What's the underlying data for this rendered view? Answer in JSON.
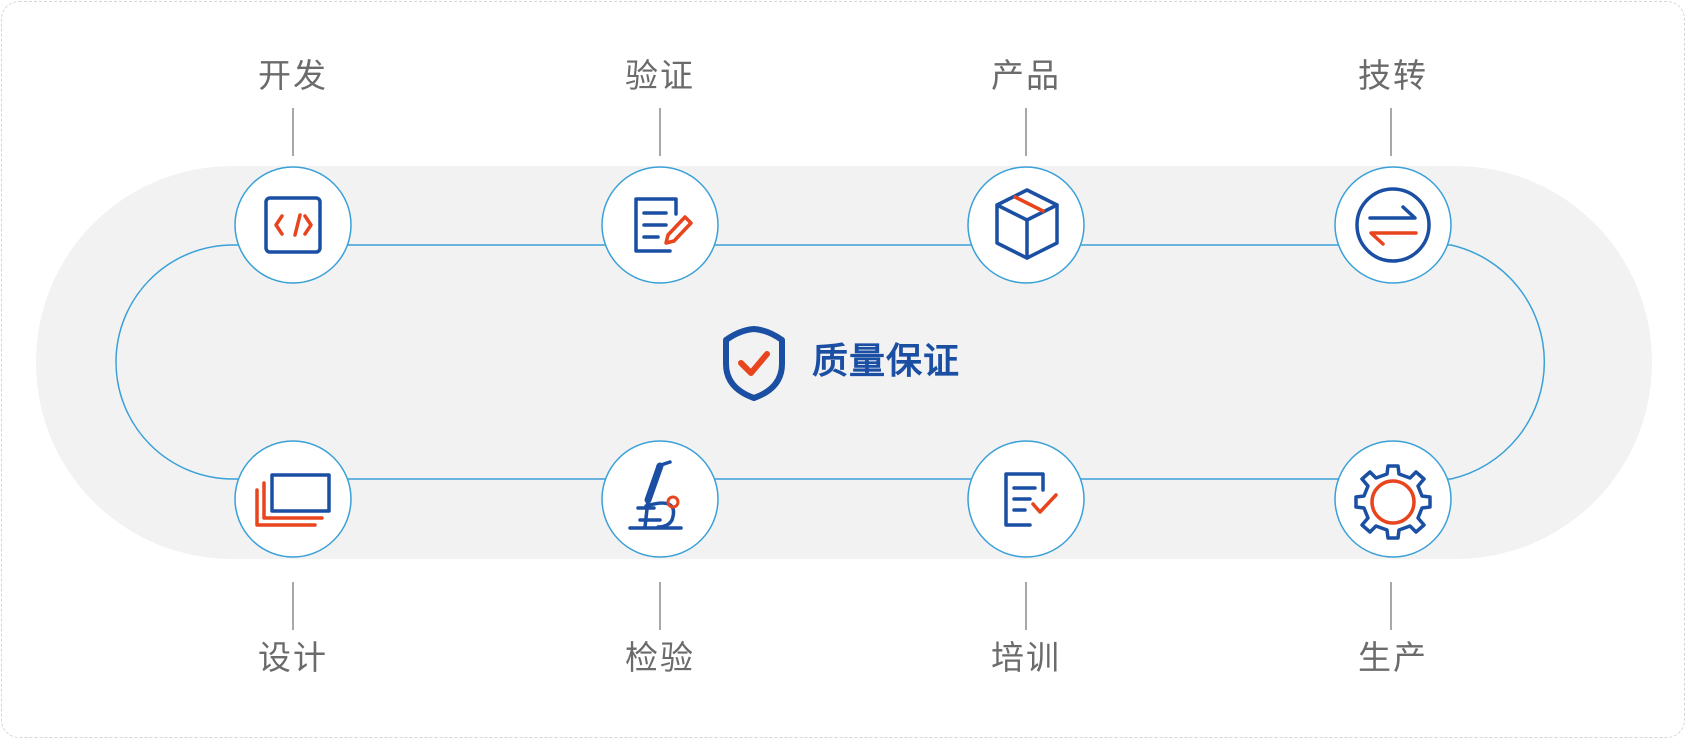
{
  "center": {
    "title": "质量保证",
    "icon": "shield-check-icon"
  },
  "top_steps": [
    {
      "label": "开发",
      "icon": "code-icon"
    },
    {
      "label": "验证",
      "icon": "document-edit-icon"
    },
    {
      "label": "产品",
      "icon": "box-icon"
    },
    {
      "label": "技转",
      "icon": "transfer-arrows-icon"
    }
  ],
  "bottom_steps": [
    {
      "label": "设计",
      "icon": "layers-window-icon"
    },
    {
      "label": "检验",
      "icon": "microscope-icon"
    },
    {
      "label": "培训",
      "icon": "checklist-icon"
    },
    {
      "label": "生产",
      "icon": "gear-icon"
    }
  ],
  "colors": {
    "primary": "#1a4fa3",
    "accent": "#e8441e",
    "line": "#3aa0d8",
    "band": "#f2f2f2",
    "text": "#6b6b6b"
  }
}
